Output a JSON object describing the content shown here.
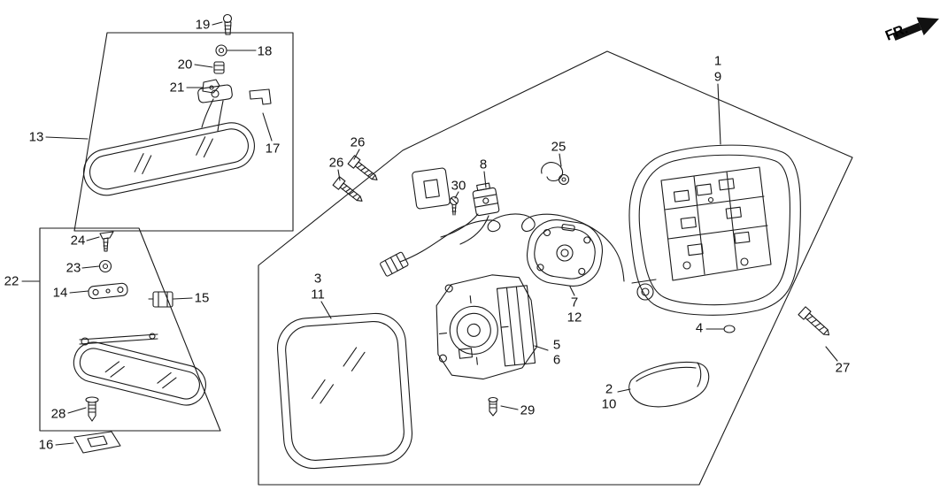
{
  "fr_label": "FR.",
  "colors": {
    "line": "#1a1a1a",
    "background": "#ffffff"
  },
  "labels": {
    "n1": "1",
    "n2": "2",
    "n3": "3",
    "n4": "4",
    "n5": "5",
    "n6": "6",
    "n7": "7",
    "n8": "8",
    "n9": "9",
    "n10": "10",
    "n11": "11",
    "n12": "12",
    "n13": "13",
    "n14": "14",
    "n15": "15",
    "n16": "16",
    "n17": "17",
    "n18": "18",
    "n19": "19",
    "n20": "20",
    "n21": "21",
    "n22": "22",
    "n23": "23",
    "n24": "24",
    "n25": "25",
    "n26a": "26",
    "n26b": "26",
    "n27": "27",
    "n28": "28",
    "n29": "29",
    "n30": "30"
  }
}
